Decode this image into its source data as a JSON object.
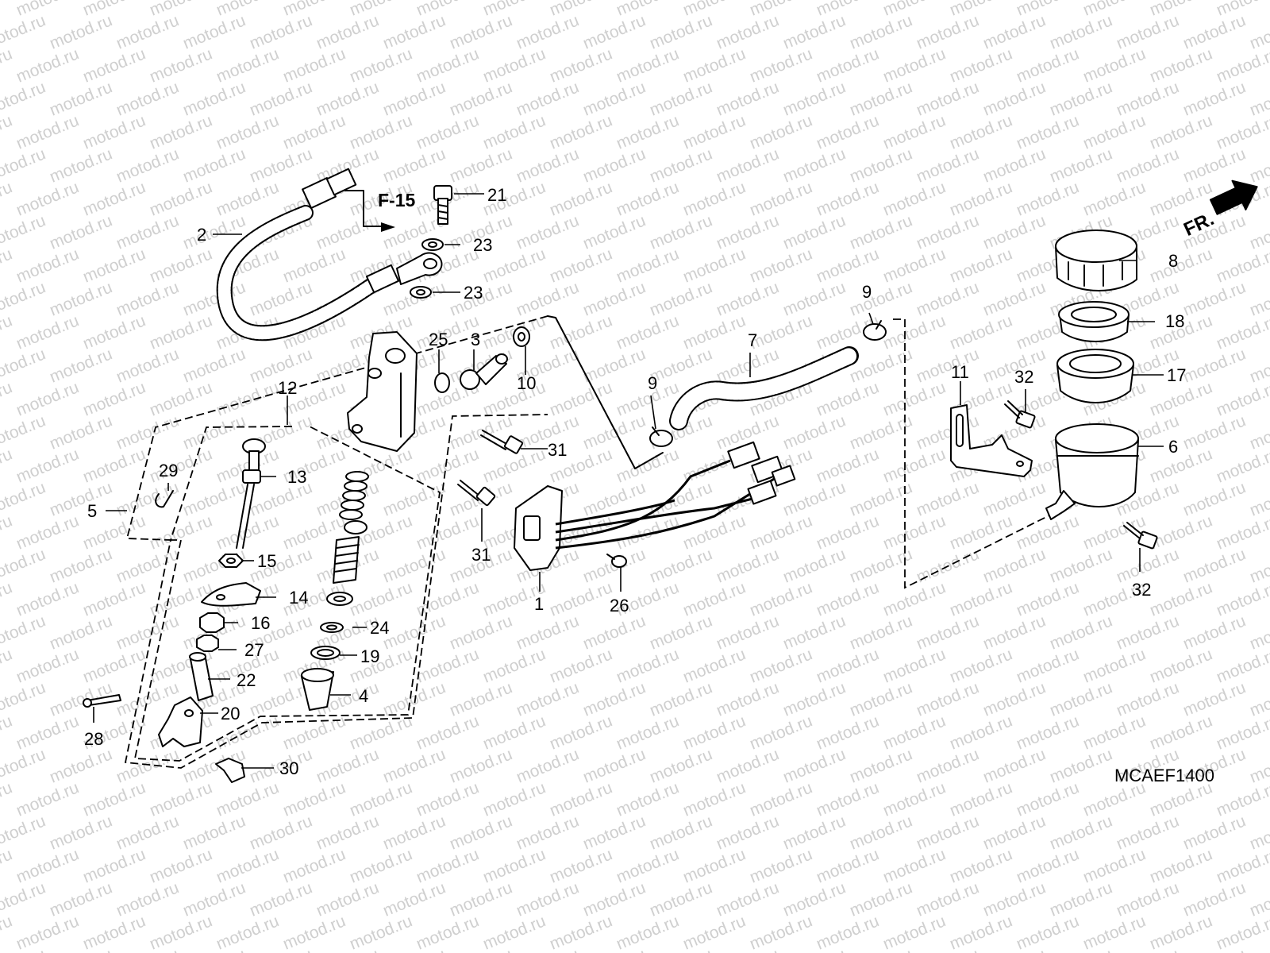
{
  "watermark": "motod.ru",
  "diagram_code": "MCAEF1400",
  "ref_label": "F-15",
  "front_label": "FR.",
  "parts": {
    "p1": "1",
    "p2": "2",
    "p3": "3",
    "p4": "4",
    "p5": "5",
    "p6": "6",
    "p7": "7",
    "p8": "8",
    "p9a": "9",
    "p9b": "9",
    "p10": "10",
    "p11": "11",
    "p12": "12",
    "p13": "13",
    "p14": "14",
    "p15": "15",
    "p16": "16",
    "p17": "17",
    "p18": "18",
    "p19": "19",
    "p20": "20",
    "p21": "21",
    "p22": "22",
    "p23a": "23",
    "p23b": "23",
    "p24": "24",
    "p25": "25",
    "p26": "26",
    "p27": "27",
    "p28": "28",
    "p29": "29",
    "p30": "30",
    "p31a": "31",
    "p31b": "31",
    "p32a": "32",
    "p32b": "32"
  }
}
